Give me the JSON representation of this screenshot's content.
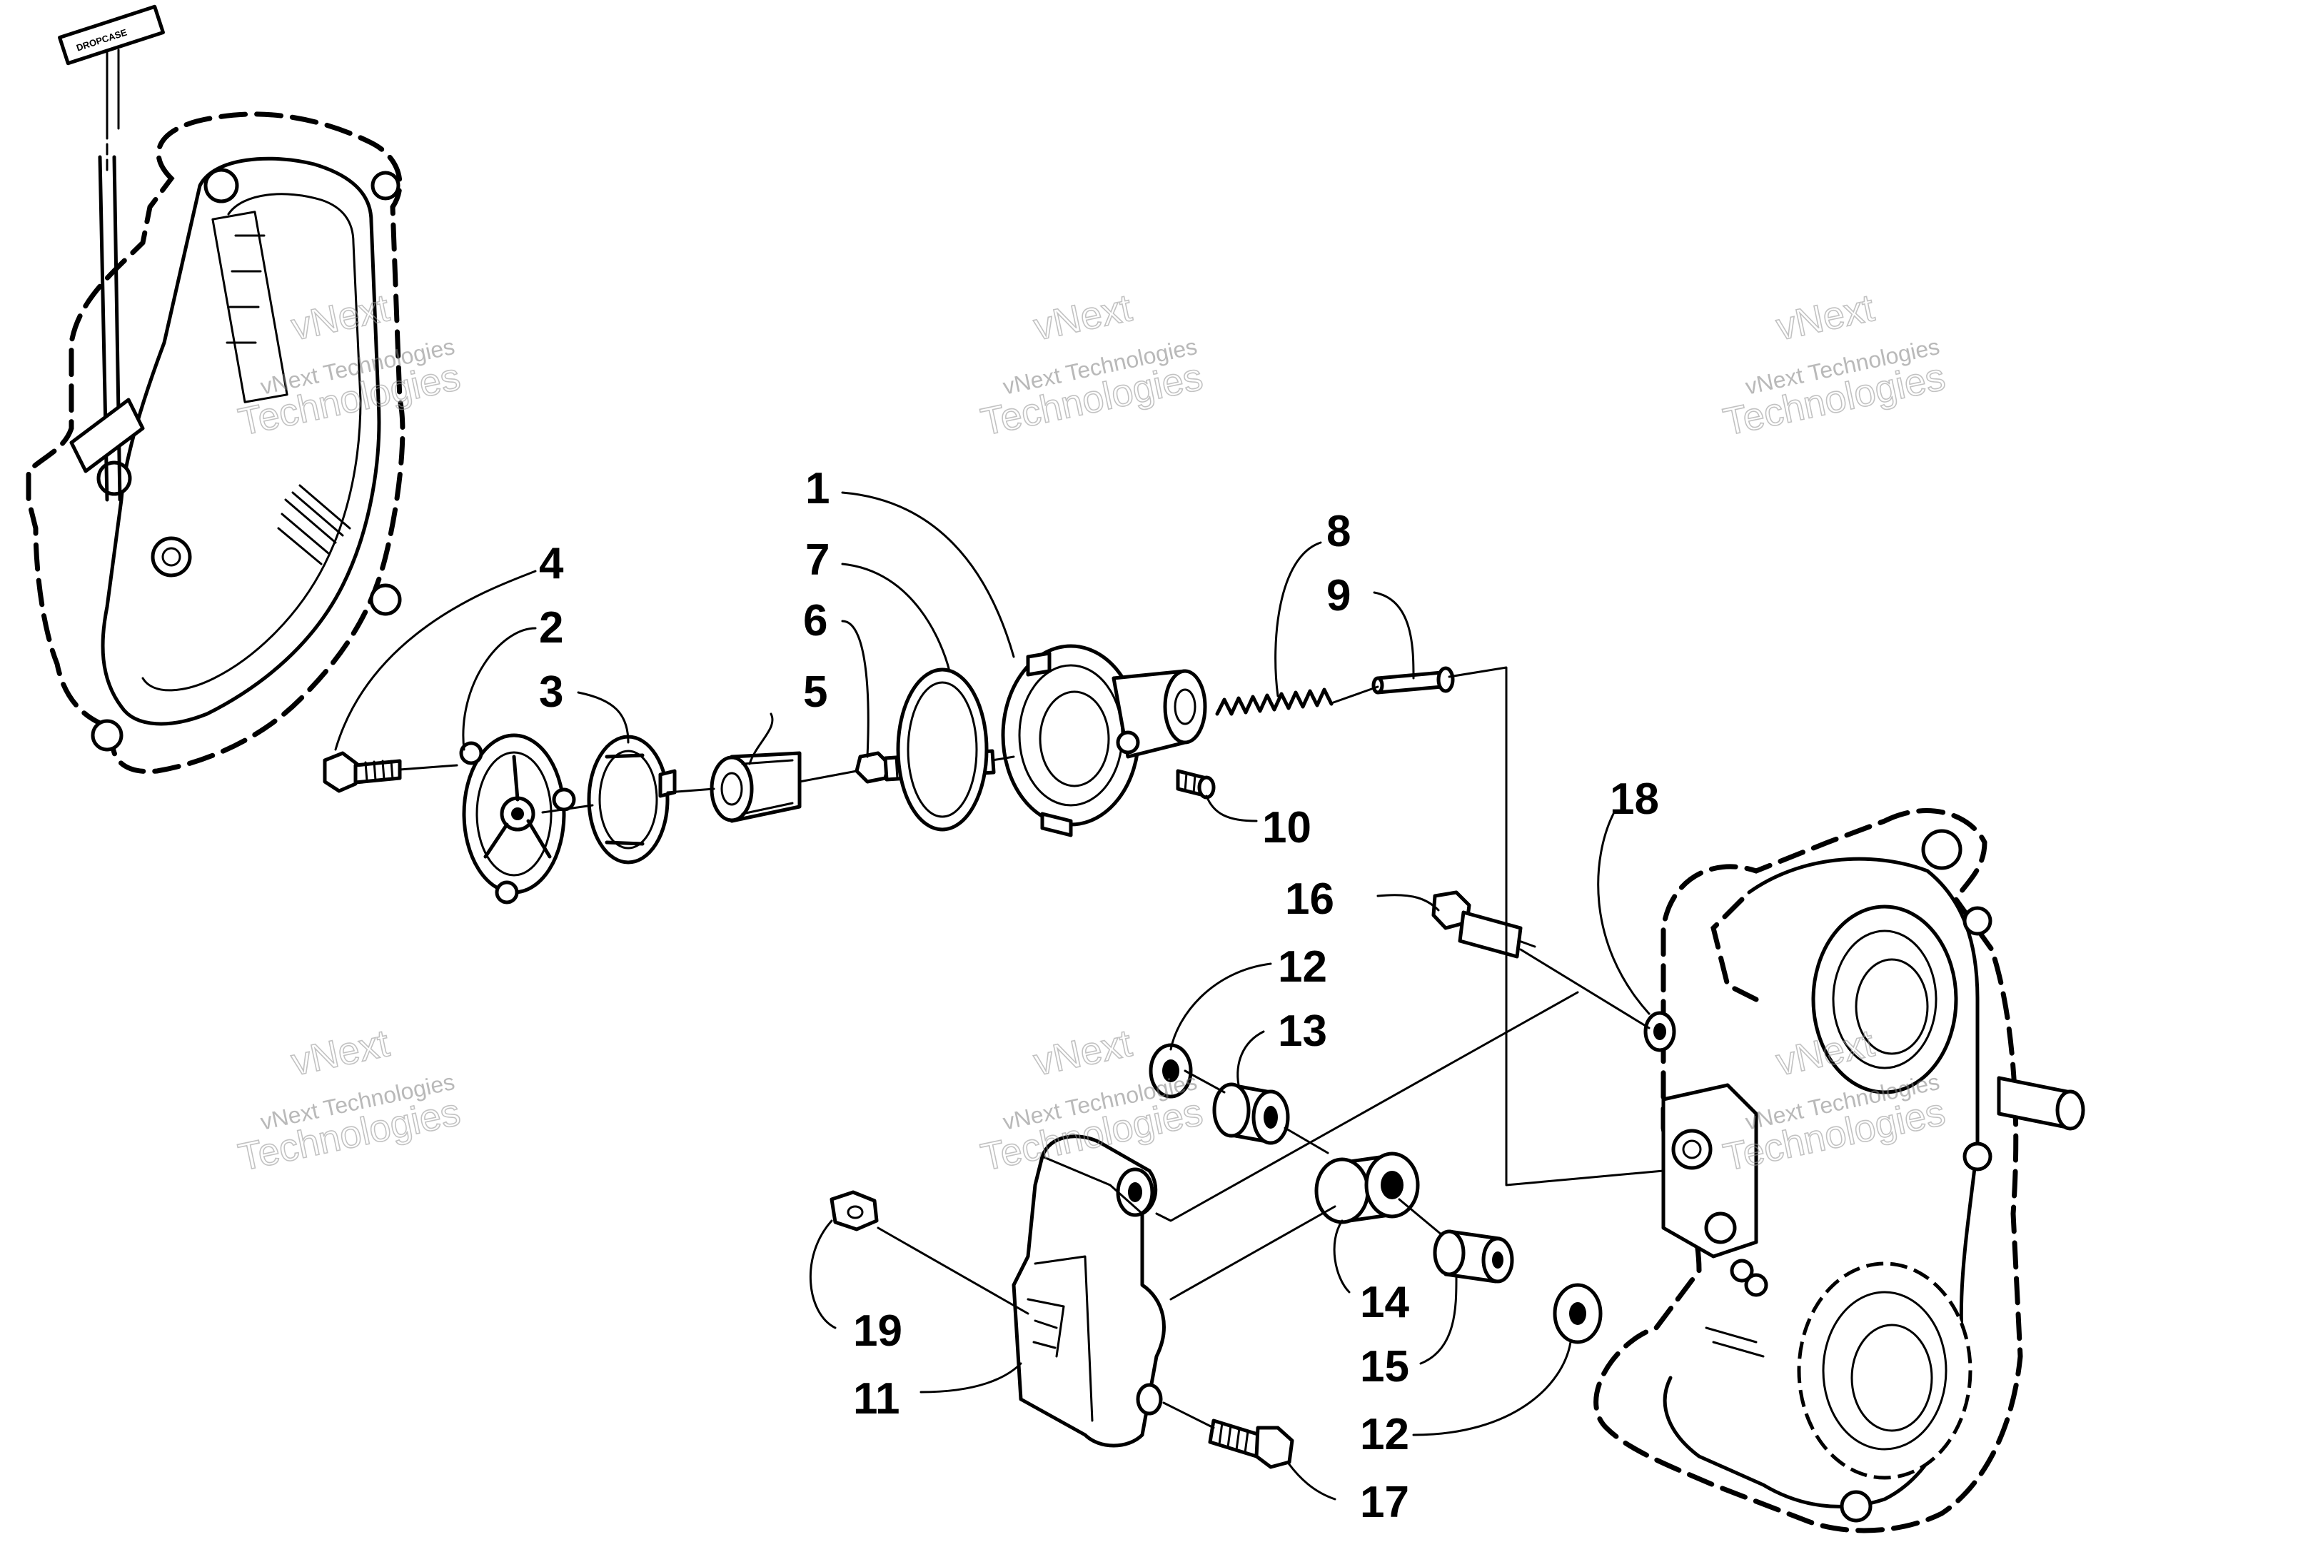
{
  "callouts": {
    "c1": "1",
    "c2": "2",
    "c3": "3",
    "c4": "4",
    "c5": "5",
    "c6": "6",
    "c7": "7",
    "c8": "8",
    "c9": "9",
    "c10": "10",
    "c11": "11",
    "c12a": "12",
    "c12b": "12",
    "c13": "13",
    "c14": "14",
    "c15": "15",
    "c16": "16",
    "c17": "17",
    "c18": "18",
    "c19": "19"
  },
  "watermark": {
    "line1": "vNext",
    "line2": "vNext Technologies",
    "line3": "Technologies"
  },
  "tag_label": "DROPCASE"
}
